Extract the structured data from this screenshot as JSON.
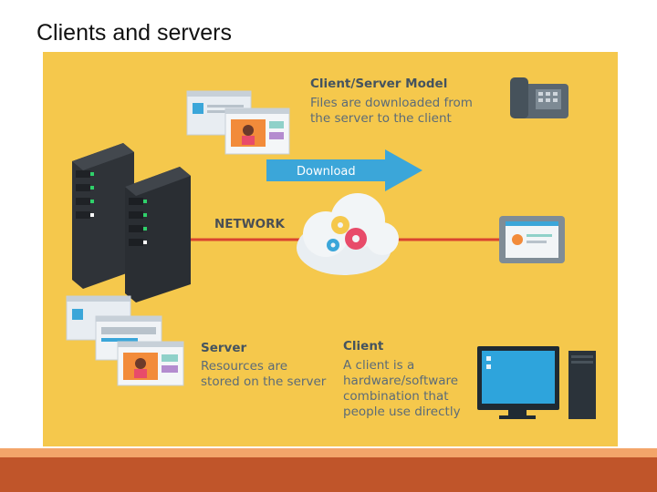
{
  "slide": {
    "title": "Clients and servers"
  },
  "diagram": {
    "model_title": "Client/Server Model",
    "model_line1": "Files are downloaded from",
    "model_line2": "the server to the client",
    "arrow_label": "Download",
    "network_label": "NETWORK",
    "server_title": "Server",
    "server_line1": "Resources are",
    "server_line2": "stored on the server",
    "client_title": "Client",
    "client_line1": "A client is a",
    "client_line2": "hardware/software",
    "client_line3": "combination that",
    "client_line4": "people use directly"
  },
  "colors": {
    "background": "#f5c84c",
    "network_line": "#d9442f",
    "arrow": "#3ba6d9",
    "bottom_bar": "#c0552a"
  }
}
